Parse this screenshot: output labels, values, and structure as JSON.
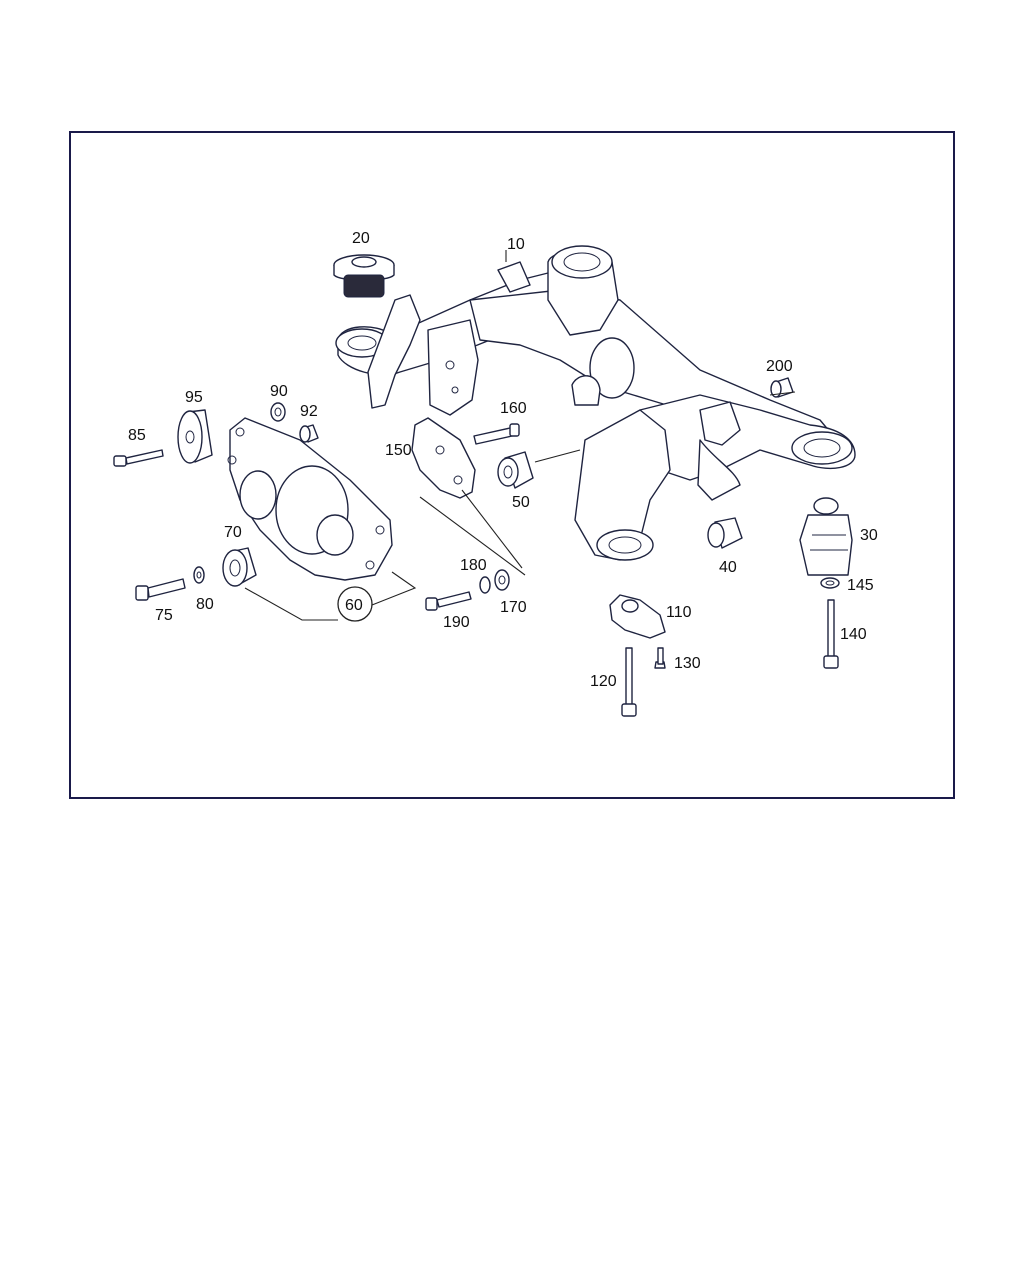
{
  "diagram": {
    "callouts": [
      {
        "id": "c10",
        "text": "10"
      },
      {
        "id": "c20",
        "text": "20"
      },
      {
        "id": "c30",
        "text": "30"
      },
      {
        "id": "c40",
        "text": "40"
      },
      {
        "id": "c50",
        "text": "50"
      },
      {
        "id": "c60",
        "text": "60"
      },
      {
        "id": "c70",
        "text": "70"
      },
      {
        "id": "c75",
        "text": "75"
      },
      {
        "id": "c80",
        "text": "80"
      },
      {
        "id": "c85",
        "text": "85"
      },
      {
        "id": "c90",
        "text": "90"
      },
      {
        "id": "c92",
        "text": "92"
      },
      {
        "id": "c95",
        "text": "95"
      },
      {
        "id": "c110",
        "text": "110"
      },
      {
        "id": "c120",
        "text": "120"
      },
      {
        "id": "c130",
        "text": "130"
      },
      {
        "id": "c140",
        "text": "140"
      },
      {
        "id": "c145",
        "text": "145"
      },
      {
        "id": "c150",
        "text": "150"
      },
      {
        "id": "c160",
        "text": "160"
      },
      {
        "id": "c170",
        "text": "170"
      },
      {
        "id": "c180",
        "text": "180"
      },
      {
        "id": "c190",
        "text": "190"
      },
      {
        "id": "c200",
        "text": "200"
      }
    ]
  }
}
